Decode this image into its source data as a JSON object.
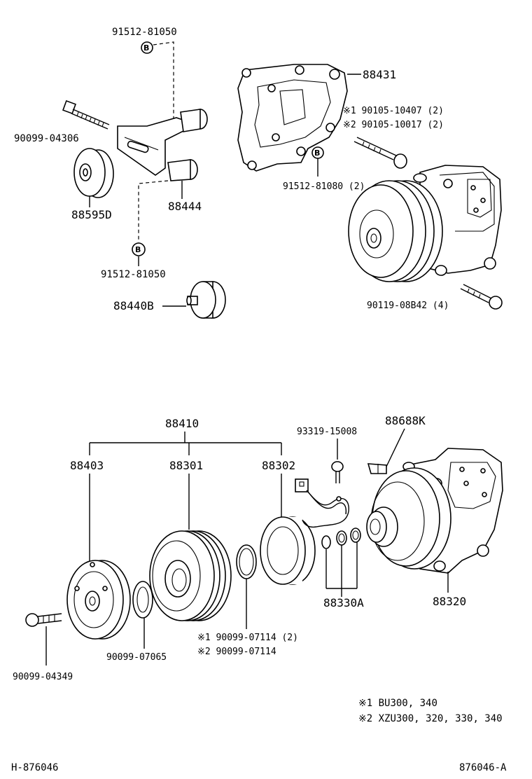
{
  "diagram": {
    "header_left": "H-876046",
    "header_right": "876046-A",
    "labels": {
      "p91512_81050_top": "91512-81050",
      "p90099_04306": "90099-04306",
      "p88595D": "88595D",
      "p88444": "88444",
      "p91512_81050_bot": "91512-81050",
      "p88440B": "88440B",
      "p88431": "88431",
      "p_note1_bolt": "※1 90105-10407 (2)",
      "p_note2_bolt": "※2 90105-10017 (2)",
      "p91512_81080": "91512-81080 (2)",
      "p90119_08B42": "90119-08B42 (4)",
      "p88410": "88410",
      "p88403": "88403",
      "p88301": "88301",
      "p88302": "88302",
      "p93319_15008": "93319-15008",
      "p88688K": "88688K",
      "p88330A": "88330A",
      "p88320": "88320",
      "p90099_07065": "90099-07065",
      "p90099_04349": "90099-04349",
      "p_note1_snap": "※1 90099-07114 (2)",
      "p_note2_snap": "※2 90099-07114"
    },
    "callout_marker": "B",
    "legend": {
      "note1": "※1 BU300, 340",
      "note2": "※2 XZU300, 320, 330, 340"
    }
  }
}
